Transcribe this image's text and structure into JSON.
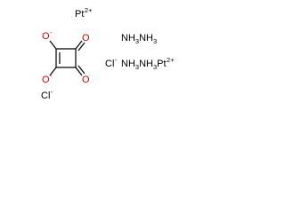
{
  "labels": {
    "pt_top": {
      "element": "Pt",
      "charge": "2+"
    },
    "pt_bottom": {
      "element": "Pt",
      "charge": "2+"
    },
    "oxide_top": {
      "element": "O",
      "charge": "-"
    },
    "oxide_bottom": {
      "element": "O",
      "charge": "-"
    },
    "carbonyl_top": {
      "element": "O"
    },
    "carbonyl_bottom": {
      "element": "O"
    },
    "chloride_left": {
      "element": "Cl",
      "charge": "-"
    },
    "chloride_right": {
      "element": "Cl",
      "charge": "-"
    },
    "ammonia_1": {
      "prefix": "NH",
      "subscript": "3"
    },
    "ammonia_2": {
      "prefix": "NH",
      "subscript": "3"
    },
    "ammonia_3": {
      "prefix": "NH",
      "subscript": "3"
    },
    "ammonia_4": {
      "prefix": "NH",
      "subscript": "3"
    }
  },
  "colors": {
    "bond": "#000000",
    "oxygen": "#d40000",
    "text": "#000000",
    "background": "#ffffff"
  }
}
